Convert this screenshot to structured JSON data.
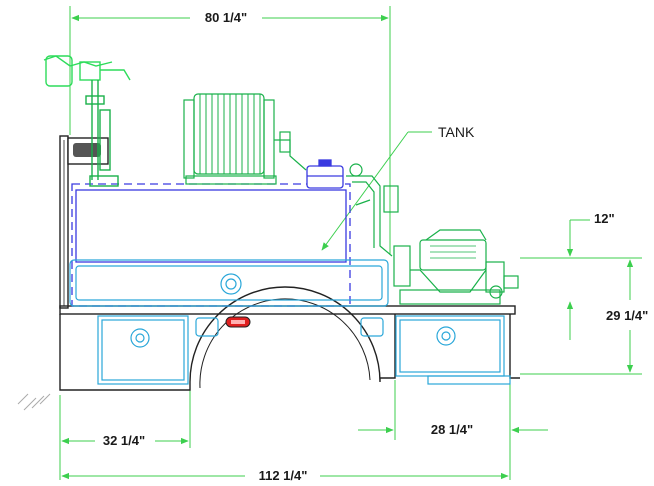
{
  "labels": {
    "tank": "TANK"
  },
  "dimensions": {
    "top_width": "80 1/4\"",
    "clearance": "12\"",
    "height_right": "29 1/4\"",
    "left_offset": "32 1/4\"",
    "right_offset": "28 1/4\"",
    "overall_length": "112 1/4\""
  },
  "colors": {
    "dimension_line": "#3ccf4e",
    "equipment": "#19b14a",
    "equipment_bright": "#2ddc5a",
    "body": "#222222",
    "tank_outline": "#3a3ae0",
    "toolbox": "#2aa7d9",
    "tail_light": "#e02020"
  }
}
